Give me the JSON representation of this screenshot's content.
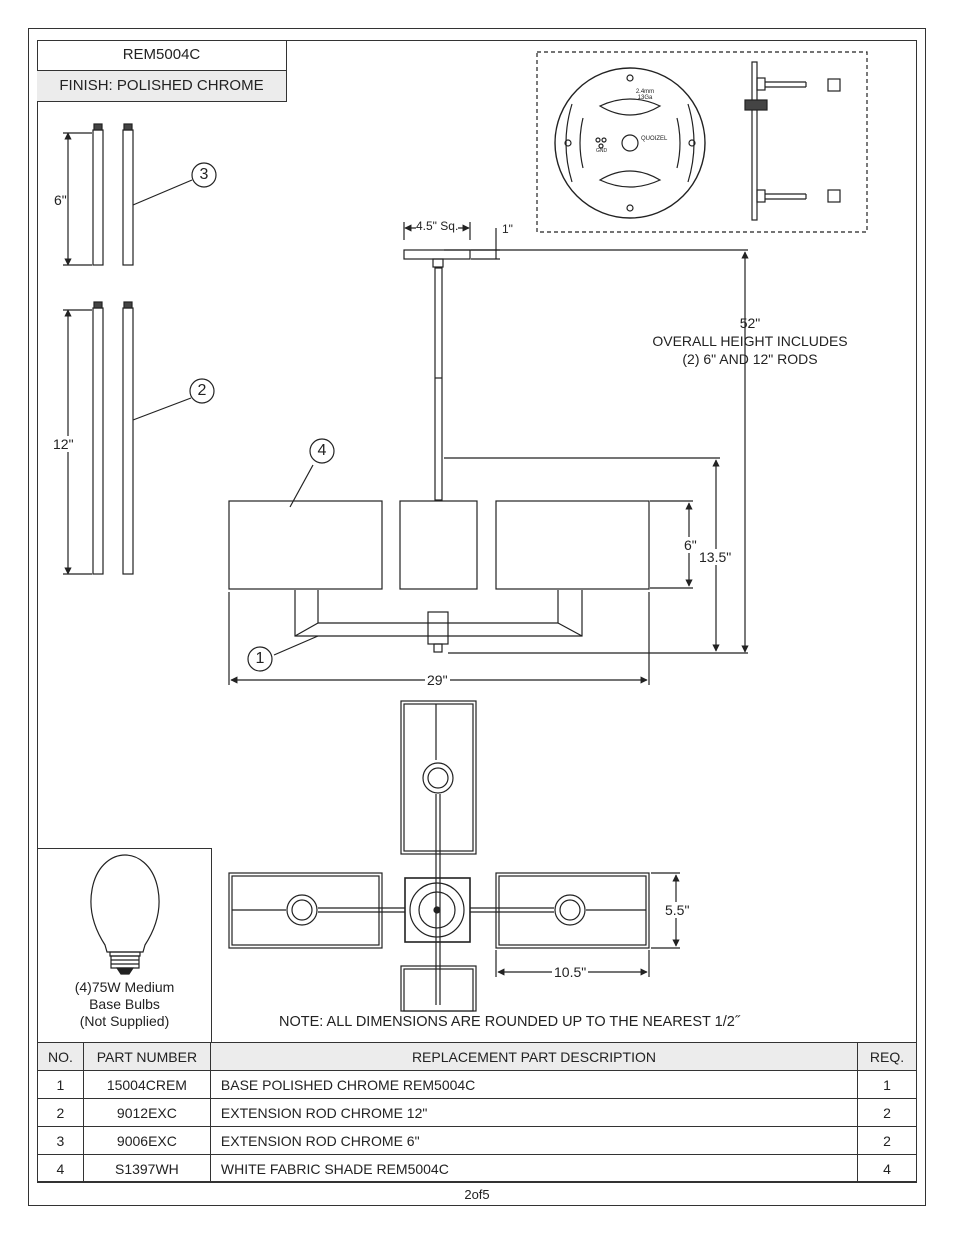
{
  "header": {
    "model": "REM5004C",
    "finish": "FINISH: POLISHED CHROME"
  },
  "dimensions": {
    "rod_6": "6\"",
    "rod_12": "12\"",
    "canopy": "4.5\" Sq.",
    "canopy_height": "1\"",
    "overall_value": "52\"",
    "overall_line1": "OVERALL HEIGHT INCLUDES",
    "overall_line2": "(2) 6\" AND 12\" RODS",
    "shade_height": "6\"",
    "body_height": "13.5\"",
    "width": "29\"",
    "shade_depth": "5.5\"",
    "shade_length": "10.5\""
  },
  "callouts": [
    "1",
    "2",
    "3",
    "4"
  ],
  "mounting_plate": {
    "brand": "QUOIZEL",
    "gnd": "GND",
    "gauge_line1": "2.4mm",
    "gauge_line2": "13Ga"
  },
  "bulb": {
    "line1": "(4)75W Medium",
    "line2": "Base Bulbs",
    "line3": "(Not Supplied)"
  },
  "note": "NOTE:  ALL DIMENSIONS ARE ROUNDED UP TO THE NEAREST  1/2˝",
  "parts_table": {
    "headers": {
      "no": "NO.",
      "part": "PART NUMBER",
      "desc": "REPLACEMENT PART DESCRIPTION",
      "req": "REQ."
    },
    "rows": [
      {
        "no": "1",
        "part": "15004CREM",
        "desc": "BASE POLISHED CHROME REM5004C",
        "req": "1"
      },
      {
        "no": "2",
        "part": "9012EXC",
        "desc": "EXTENSION ROD CHROME 12\"",
        "req": "2"
      },
      {
        "no": "3",
        "part": "9006EXC",
        "desc": "EXTENSION ROD CHROME 6\"",
        "req": "2"
      },
      {
        "no": "4",
        "part": "S1397WH",
        "desc": "WHITE FABRIC SHADE REM5004C",
        "req": "4"
      }
    ]
  },
  "page": "2of5"
}
